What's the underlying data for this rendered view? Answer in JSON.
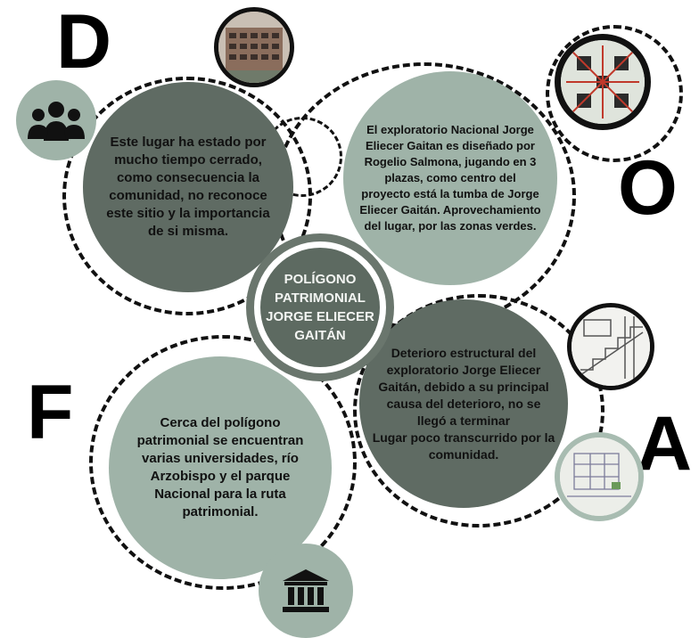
{
  "letters": {
    "d": "D",
    "o": "O",
    "f": "F",
    "a": "A"
  },
  "center_title": "POLÍGONO PATRIMONIAL JORGE ELIECER GAITÁN",
  "debilidades_text": "Este lugar ha estado por mucho tiempo cerrado, como consecuencia la comunidad, no reconoce este sitio y la importancia de si misma.",
  "oportunidades_text": "El exploratorio Nacional Jorge Eliecer Gaitan es diseñado por Rogelio Salmona, jugando en 3 plazas, como centro del proyecto está la tumba de Jorge Eliecer Gaitán. Aprovechamiento del lugar, por las zonas verdes.",
  "fortalezas_text": "Cerca del polígono patrimonial se encuentran varias universidades, río Arzobispo y el parque Nacional para la ruta patrimonial.",
  "amenazas_text_1": "Deterioro estructural del exploratorio Jorge Eliecer Gaitán, debido a su principal causa del deterioro, no se llegó a terminar",
  "amenazas_text_2": "Lugar poco transcurrido por la comunidad.",
  "icons": {
    "people": "people-group-icon",
    "museum": "museum-building-icon"
  },
  "colors": {
    "dark_circle": "#5f6b63",
    "light_circle": "#9fb3a8",
    "center_circle": "#5d6a61"
  }
}
